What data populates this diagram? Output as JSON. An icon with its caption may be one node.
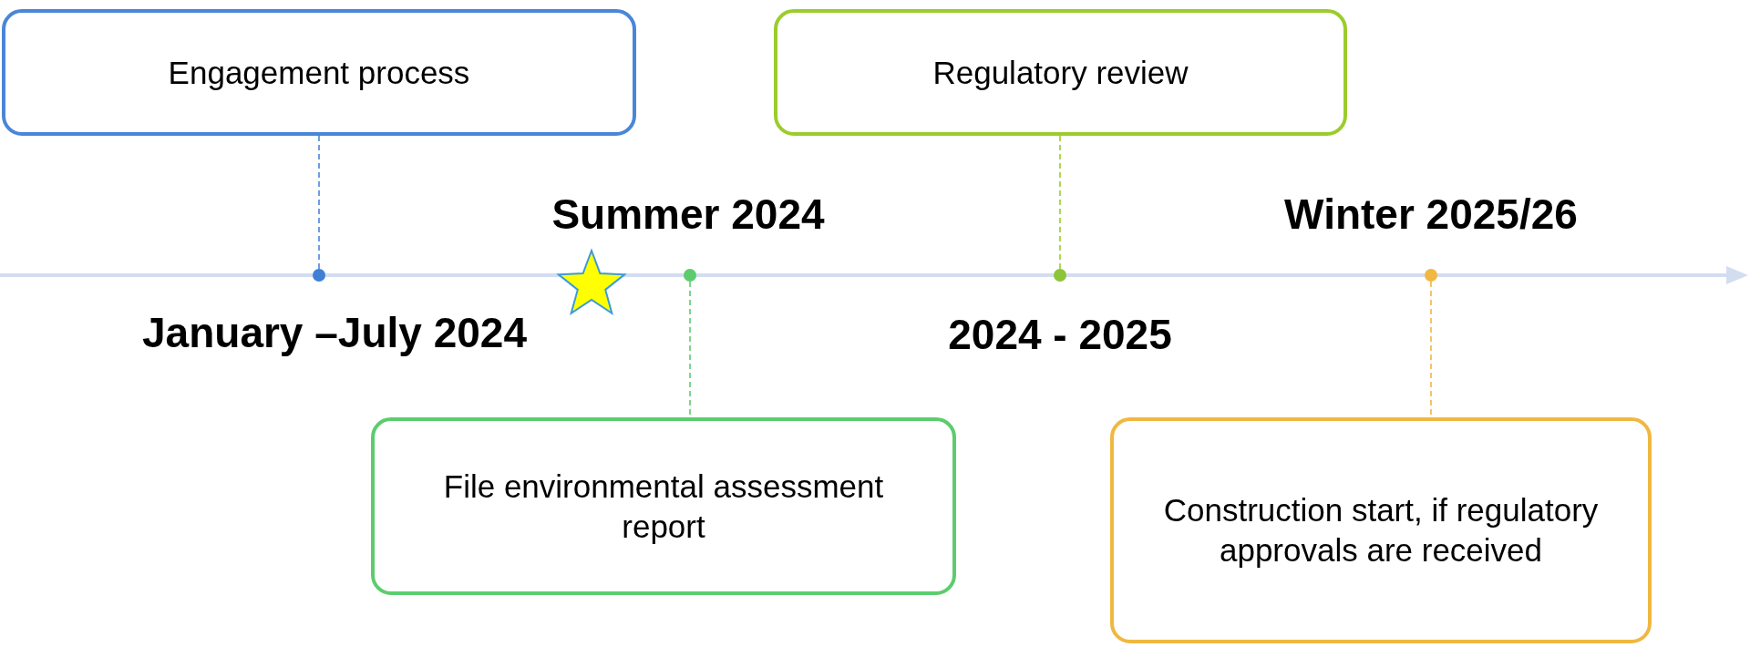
{
  "diagram": {
    "nodes": [
      {
        "text": [
          "Engagement process"
        ]
      },
      {
        "text": [
          "Regulatory review"
        ]
      },
      {
        "text": [],
        "shape": "circle",
        "beside": [
          "January –July 2024"
        ]
      },
      {
        "text": [],
        "shape": "circle",
        "beside": [
          "Summer 2024"
        ]
      },
      {
        "text": [],
        "shape": "circle",
        "beside": [
          "2024 - 2025"
        ]
      },
      {
        "text": [],
        "shape": "circle",
        "beside": [
          "Winter 2025/26"
        ]
      },
      {
        "text": [
          "File environmental assessment report"
        ]
      },
      {
        "text": [
          "Construction start, if regulatory approvals are received"
        ]
      }
    ],
    "edges": [
      {
        "from": 0,
        "to": 2,
        "arrow": "none",
        "style": "dashed",
        "color": "#4a86d8"
      },
      {
        "from": 1,
        "to": 4,
        "arrow": "none",
        "style": "dashed",
        "color": "#9ccc2c"
      },
      {
        "from": 3,
        "to": 6,
        "arrow": "none",
        "style": "dashed",
        "color": "#5ccc6e"
      },
      {
        "from": 5,
        "to": 7,
        "arrow": "none",
        "style": "dashed",
        "color": "#f0b840"
      }
    ]
  }
}
